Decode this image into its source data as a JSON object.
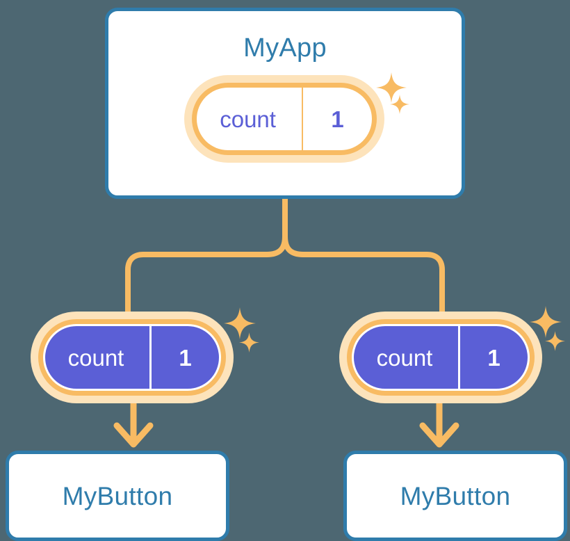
{
  "theme": {
    "background": "#4d6772",
    "card_border": "#2f7cab",
    "card_fill": "#ffffff",
    "text_blue": "#2f7cab",
    "accent_orange": "#f8bb63",
    "halo_orange": "#fde3bb",
    "state_purple": "#5b5fd6",
    "state_text_light": "#ffffff"
  },
  "diagram": {
    "type": "component-tree",
    "root": {
      "title": "MyApp",
      "state": {
        "key": "count",
        "value": "1",
        "style": "light",
        "sparkles": [
          "sparkle-large",
          "sparkle-small"
        ]
      }
    },
    "children": [
      {
        "title": "MyButton",
        "state": {
          "key": "count",
          "value": "1",
          "style": "filled",
          "sparkles": [
            "sparkle-large",
            "sparkle-small"
          ]
        }
      },
      {
        "title": "MyButton",
        "state": {
          "key": "count",
          "value": "1",
          "style": "filled",
          "sparkles": [
            "sparkle-large",
            "sparkle-small"
          ]
        }
      }
    ],
    "connectors": {
      "trunk": "vertical-drop-from-root",
      "branch": "split-left-right",
      "arrows": [
        "arrow-down-to-left-button",
        "arrow-down-to-right-button"
      ]
    }
  }
}
